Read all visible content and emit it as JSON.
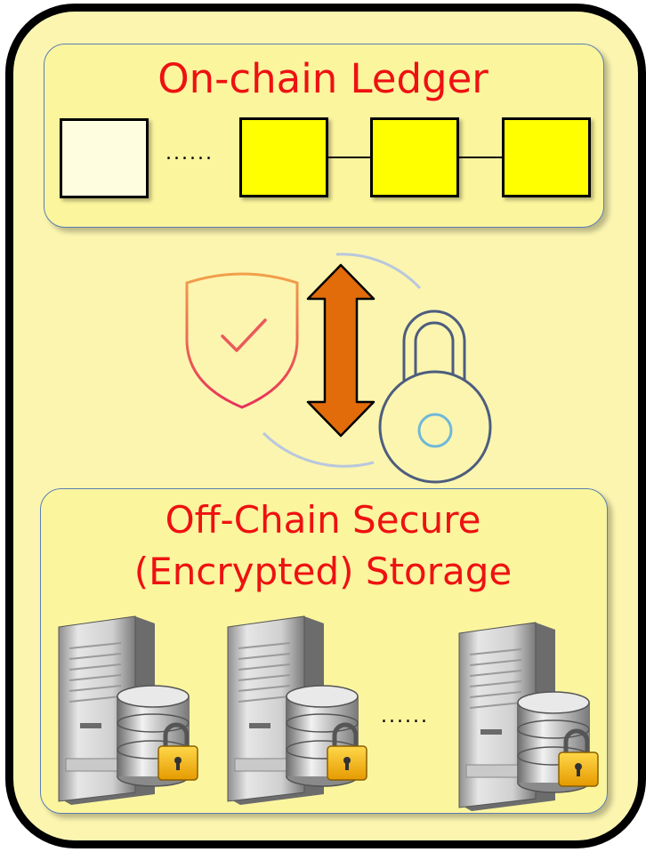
{
  "diagram": {
    "ledger": {
      "title": "On-chain Ledger",
      "ellipsis": "......"
    },
    "storage": {
      "title_line1": "Off-Chain Secure",
      "title_line2": "(Encrypted) Storage",
      "ellipsis": "......"
    },
    "icons": {
      "shield": "shield-check-icon",
      "arrow": "double-arrow-icon",
      "lock": "padlock-icon",
      "server": "server-database-lock-icon"
    },
    "colors": {
      "title": "#ee1111",
      "background": "#fbf5b0",
      "panel_border": "#5a7fb3",
      "block_fill": "#ffff00",
      "arrow_fill": "#e36c0a"
    }
  }
}
